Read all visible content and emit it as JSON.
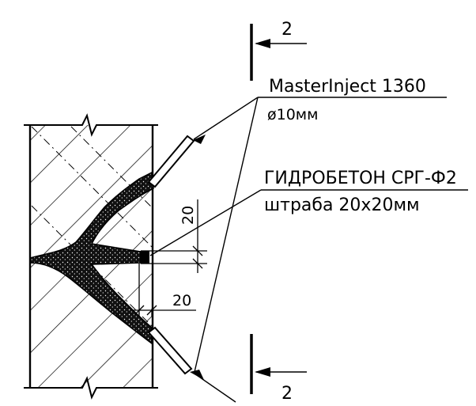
{
  "drawing": {
    "section_mark_top": "2",
    "section_mark_bottom": "2",
    "label_injector": "MasterInject 1360",
    "label_injector_diameter": "ø10мм",
    "label_material": "ГИДРОБЕТОН СРГ-Ф2",
    "label_groove": "штраба 20х20мм",
    "dim_vertical": "20",
    "dim_horizontal": "20",
    "colors": {
      "line": "#000000",
      "background": "#ffffff"
    },
    "icons": [
      "hatched-concrete-wall",
      "injection-packer",
      "crack-fill",
      "section-cut-marker"
    ]
  }
}
